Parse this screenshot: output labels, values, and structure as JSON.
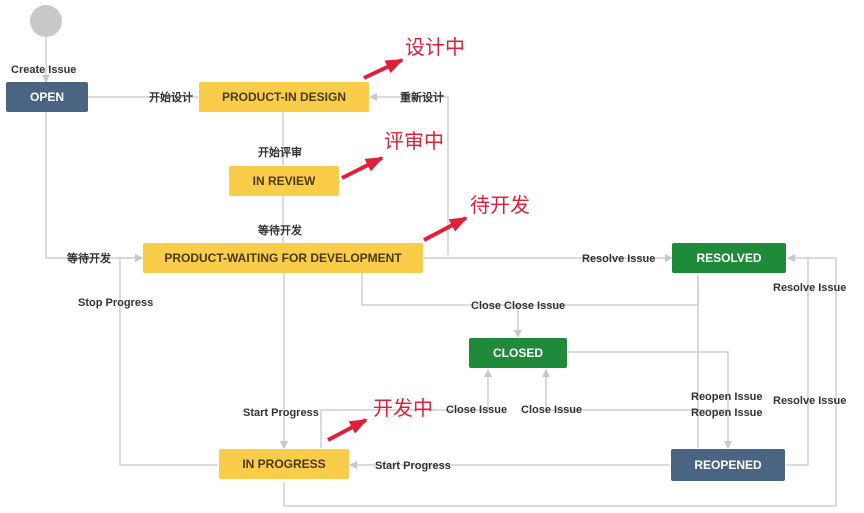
{
  "start_label": "Create Issue",
  "nodes": {
    "open": "OPEN",
    "product_in_design": "PRODUCT-IN DESIGN",
    "in_review": "IN REVIEW",
    "waiting_dev": "PRODUCT-WAITING FOR DEVELOPMENT",
    "resolved": "RESOLVED",
    "closed": "CLOSED",
    "in_progress": "IN PROGRESS",
    "reopened": "REOPENED"
  },
  "transitions": {
    "start_design": "开始设计",
    "redesign": "重新设计",
    "start_review": "开始评审",
    "wait_dev_1": "等待开发",
    "wait_dev_2": "等待开发",
    "stop_progress": "Stop Progress",
    "resolve_issue_1": "Resolve Issue",
    "resolve_issue_2": "Resolve Issue",
    "resolve_issue_3": "Resolve Issue",
    "close_close_issue": "Close Close Issue",
    "close_issue_1": "Close Issue",
    "close_issue_2": "Close Issue",
    "reopen_issue_1": "Reopen Issue",
    "reopen_issue_2": "Reopen Issue",
    "start_progress_1": "Start Progress",
    "start_progress_2": "Start Progress"
  },
  "annotations": {
    "designing": "设计中",
    "reviewing": "评审中",
    "waiting": "待开发",
    "developing": "开发中"
  },
  "colors": {
    "blue": "#4a6584",
    "yellow": "#f9cc4a",
    "green": "#1f8a3a",
    "line": "#c8c8c8",
    "annotation": "#e0203a"
  }
}
